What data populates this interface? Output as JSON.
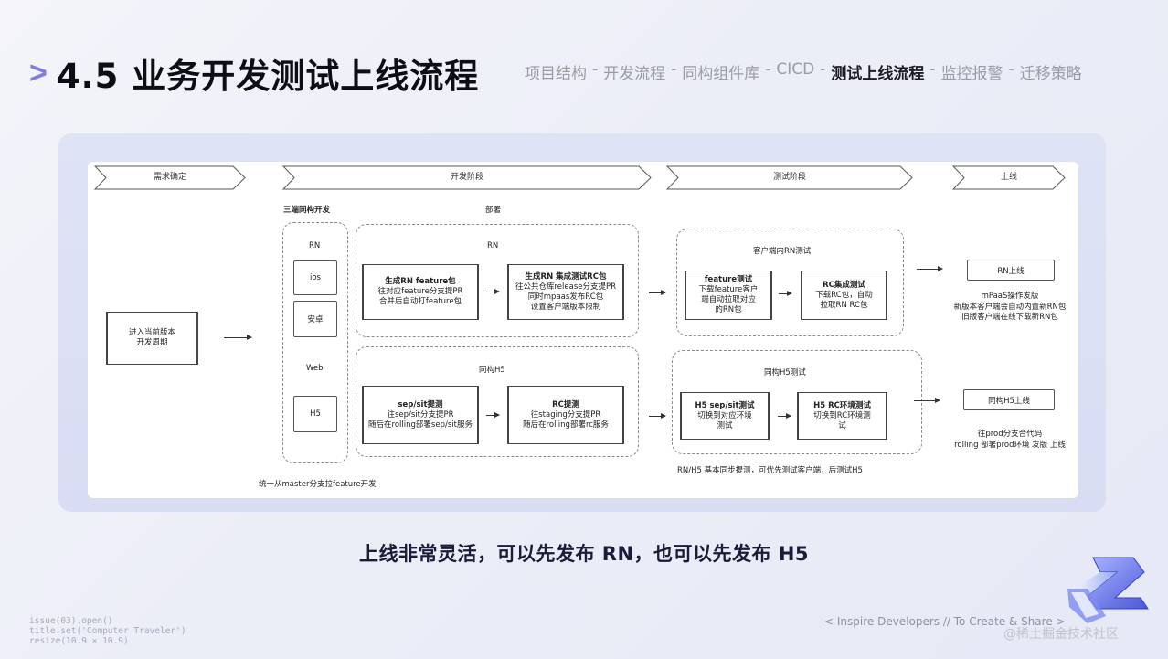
{
  "header": {
    "chevron": ">",
    "title": "4.5 业务开发测试上线流程",
    "nav": [
      "项目结构",
      "开发流程",
      "同构组件库",
      "CICD",
      "测试上线流程",
      "监控报警",
      "迁移策略"
    ],
    "active_nav": "测试上线流程",
    "nav_separator": "-"
  },
  "diagram": {
    "phases": [
      "需求确定",
      "开发阶段",
      "测试阶段",
      "上线"
    ],
    "entry_box": [
      "进入当前版本",
      "开发周期"
    ],
    "dev_label": "三端同构开发",
    "deploy_label": "部署",
    "platforms": {
      "rn": "RN",
      "ios": "ios",
      "android": "安卓",
      "web": "Web",
      "h5": "H5"
    },
    "bottom_note": "统一从master分支拉feature开发",
    "rn_group": {
      "title": "RN",
      "box1": {
        "heading": "生成RN feature包",
        "lines": [
          "往对应feature分支提PR",
          "合并后自动打feature包"
        ]
      },
      "box2": {
        "heading": "生成RN 集成测试RC包",
        "lines": [
          "往公共仓库release分支提PR",
          "同时mpaas发布RC包",
          "设置客户端版本限制"
        ]
      }
    },
    "h5_group": {
      "title": "同构H5",
      "box1": {
        "heading": "sep/sit提测",
        "lines": [
          "往sep/sit分支提PR",
          "随后在rolling部署sep/sit服务"
        ]
      },
      "box2": {
        "heading": "RC提测",
        "lines": [
          "往staging分支提PR",
          "随后在rolling部署rc服务"
        ]
      }
    },
    "rn_test": {
      "title": "客户端内RN测试",
      "box1": {
        "heading": "feature测试",
        "lines": [
          "下载feature客户",
          "端自动拉取对应",
          "的RN包"
        ]
      },
      "box2": {
        "heading": "RC集成测试",
        "lines": [
          "下载RC包，自动",
          "拉取RN RC包"
        ]
      }
    },
    "h5_test": {
      "title": "同构H5测试",
      "box1": {
        "heading": "H5 sep/sit测试",
        "lines": [
          "切换到对应环境",
          "测试"
        ]
      },
      "box2": {
        "heading": "H5 RC环境测试",
        "lines": [
          "切换到RC环境测",
          "试"
        ]
      }
    },
    "test_note": "RN/H5 基本同步提测，可优先测试客户端，后测试H5",
    "release_rn": {
      "label": "RN上线",
      "notes": [
        "mPaaS操作发版",
        "新版本客户端会自动内置新RN包",
        "旧版客户端在线下载新RN包"
      ]
    },
    "release_h5": {
      "label": "同构H5上线",
      "notes": [
        "往prod分支合代码",
        "rolling 部署prod环境 发版 上线"
      ]
    }
  },
  "subtitle": "上线非常灵活，可以先发布 RN，也可以先发布 H5",
  "code_lines": [
    "issue(03).open()",
    "title.set('Computer Traveler')",
    "resize(10.9 × 10.9)"
  ],
  "footer": "< Inspire Developers  //  To Create & Share >",
  "watermark": "@稀土掘金技术社区",
  "colors": {
    "accent": "#7e7ee0",
    "title": "#0d0d14",
    "nav_muted": "#9a9ba8",
    "panel": "#dfe3f6"
  },
  "icons": {
    "logo": "stacked-3d-logo-icon"
  }
}
